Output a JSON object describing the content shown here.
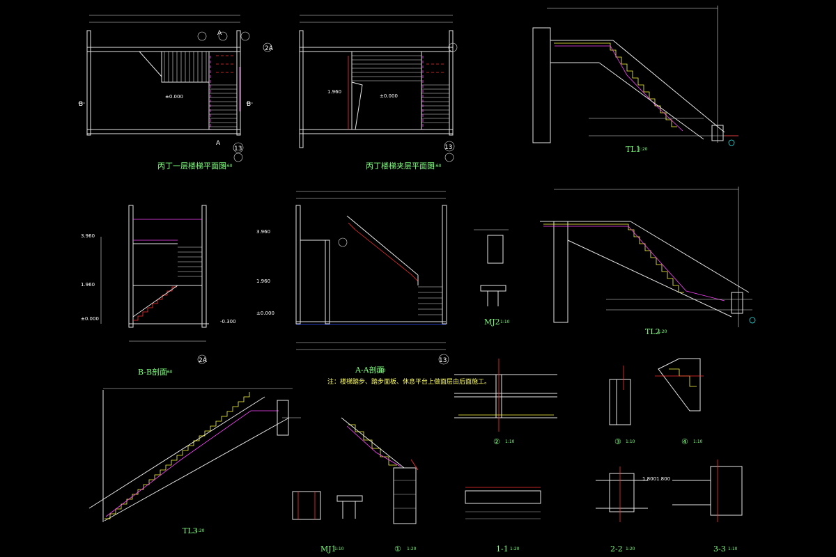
{
  "drawing": {
    "colors": {
      "background": "#000000",
      "line": "#e6e6e6",
      "label": "#7cff7c",
      "red": "#ff3030",
      "magenta": "#ff44ff",
      "yellow": "#ffff40",
      "cyan": "#30ffff"
    },
    "titles": {
      "plan1": "丙丁一层楼梯平面图",
      "plan1_scale": "1:60",
      "plan2": "丙丁楼梯夹层平面图",
      "plan2_scale": "1:60",
      "tl1": "TL1",
      "tl1_scale": "1:20",
      "section_b": "B-B剖面",
      "section_b_scale": "1:60",
      "section_a": "A-A剖面",
      "section_a_scale": "1:60",
      "mj2": "MJ2",
      "mj2_scale": "1:10",
      "tl2": "TL2",
      "tl2_scale": "1:20",
      "tl3": "TL3",
      "tl3_scale": "1:20",
      "mj1": "MJ1",
      "mj1_scale": "1:10",
      "detail1": "①",
      "detail1_scale": "1:20",
      "sec11": "1-1",
      "sec11_scale": "1:20",
      "sec22": "2-2",
      "sec22_scale": "1:20",
      "sec33": "3-3",
      "sec33_scale": "1:10",
      "detail2": "②",
      "detail2_scale": "1:10",
      "detail3": "③",
      "detail3_scale": "1:10",
      "detail4": "④",
      "detail4_scale": "1:10"
    },
    "note": "注：楼梯踏步、踏步面板、休息平台上做面层由后面施工。",
    "axes": {
      "a": "A",
      "b": "B",
      "two_a": "2A",
      "thirteen": "13",
      "one": "①"
    },
    "elevations": {
      "zero": "±0.000",
      "mid": "1.960",
      "top": "3.960",
      "low": "-0.300",
      "plat": "1.800",
      "zero_short": "±0.000"
    }
  }
}
